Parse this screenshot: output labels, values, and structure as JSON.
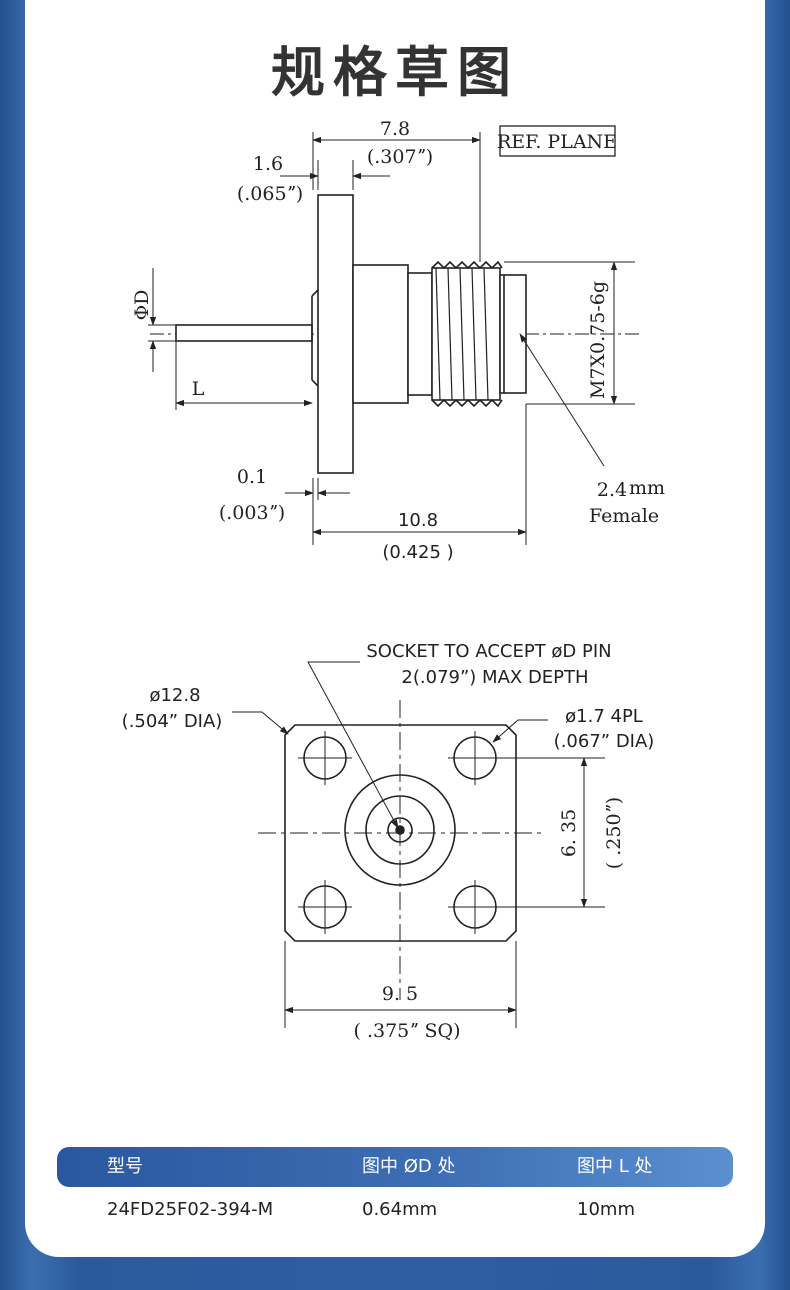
{
  "title": "规格草图",
  "side_view": {
    "dim_total_len": "7.8",
    "dim_total_len_in": "(.307ˮ)",
    "ref_plane": "REF. PLANE",
    "dim_flange": "1.6",
    "dim_flange_in": "(.065ˮ)",
    "label_pin_dia": "ΦD",
    "label_pin_len": "L",
    "thread": "M7X0.75-6g",
    "dim_gap": "0.1",
    "dim_gap_in": "(.003ˮ)",
    "dim_body": "10.8",
    "dim_body_in": "(0.425 )",
    "interface": "2.4",
    "interface_unit": "mm",
    "gender": "Female"
  },
  "front_view": {
    "socket_note_1": "SOCKET TO ACCEPT øD PIN",
    "socket_note_2": "2(.079”) MAX DEPTH",
    "flange_dia": "ø12.8",
    "flange_dia_in": "(.504”  DIA)",
    "hole_dia": "ø1.7  4PL",
    "hole_dia_in": "(.067”  DIA)",
    "hole_spacing": "6. 35",
    "hole_spacing_in": "( .250ˮ)",
    "square": "9. 5",
    "square_in": "( .375ˮ   SQ)"
  },
  "spec_table": {
    "headers": [
      "型号",
      "图中 ØD 处",
      "图中 L 处"
    ],
    "row": [
      "24FD25F02-394-M",
      "0.64mm",
      "10mm"
    ]
  }
}
